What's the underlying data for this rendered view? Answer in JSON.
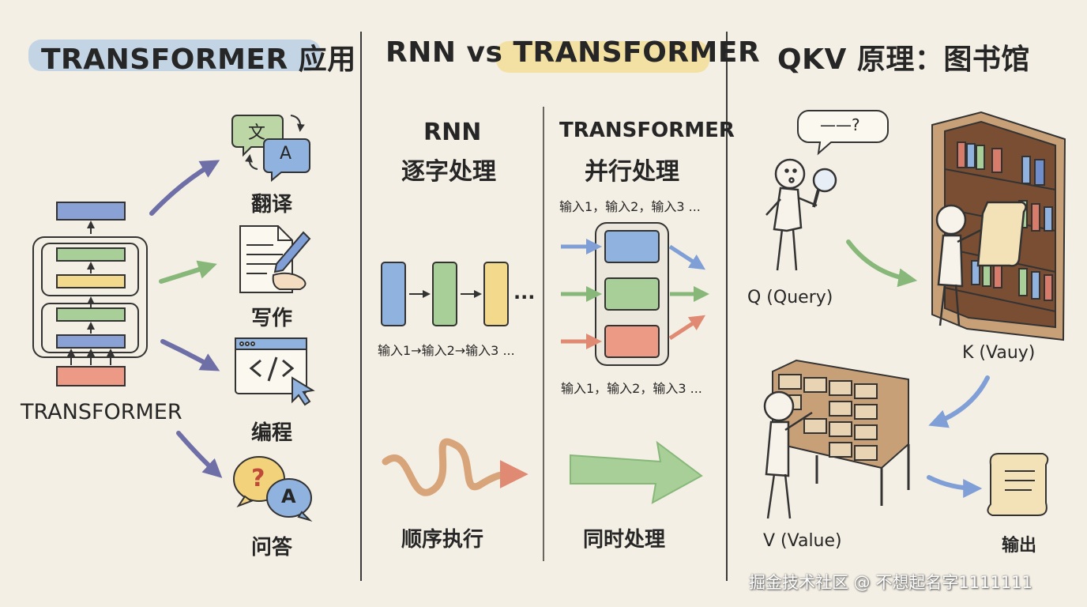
{
  "panels": {
    "apps": {
      "title": "TRANSFORMER 应用",
      "model_label": "TRANSFORMER",
      "items": [
        "翻译",
        "写作",
        "编程",
        "问答"
      ],
      "translate_chars": [
        "文",
        "A"
      ],
      "qa_chars": [
        "?",
        "A"
      ]
    },
    "compare": {
      "title": "RNN vs TRANSFORMER",
      "rnn": {
        "name": "RNN",
        "mode": "逐字处理",
        "inputs": "输入1→输入2→输入3 ...",
        "ellipsis": "...",
        "summary": "顺序执行"
      },
      "transformer": {
        "name": "TRANSFORMER",
        "mode": "并行处理",
        "inputs_top": "输入1，输入2，输入3 ...",
        "inputs_bottom": "输入1，输入2，输入3 ...",
        "summary": "同时处理"
      }
    },
    "qkv": {
      "title": "QKV 原理：图书馆",
      "query_bubble": "——?",
      "q_label": "Q (Query)",
      "k_label": "K (Vauy)",
      "v_label": "V (Value)",
      "output_label": "输出"
    }
  },
  "watermark": "掘金技术社区 @ 不想起名字1111111",
  "colors": {
    "background": "#f4efe4",
    "blue": "#7f9fd6",
    "green": "#9cc98f",
    "yellow": "#f1d889",
    "red": "#ec9a86",
    "purple_arrow": "#6f6fa8",
    "green_arrow": "#87b87a"
  }
}
